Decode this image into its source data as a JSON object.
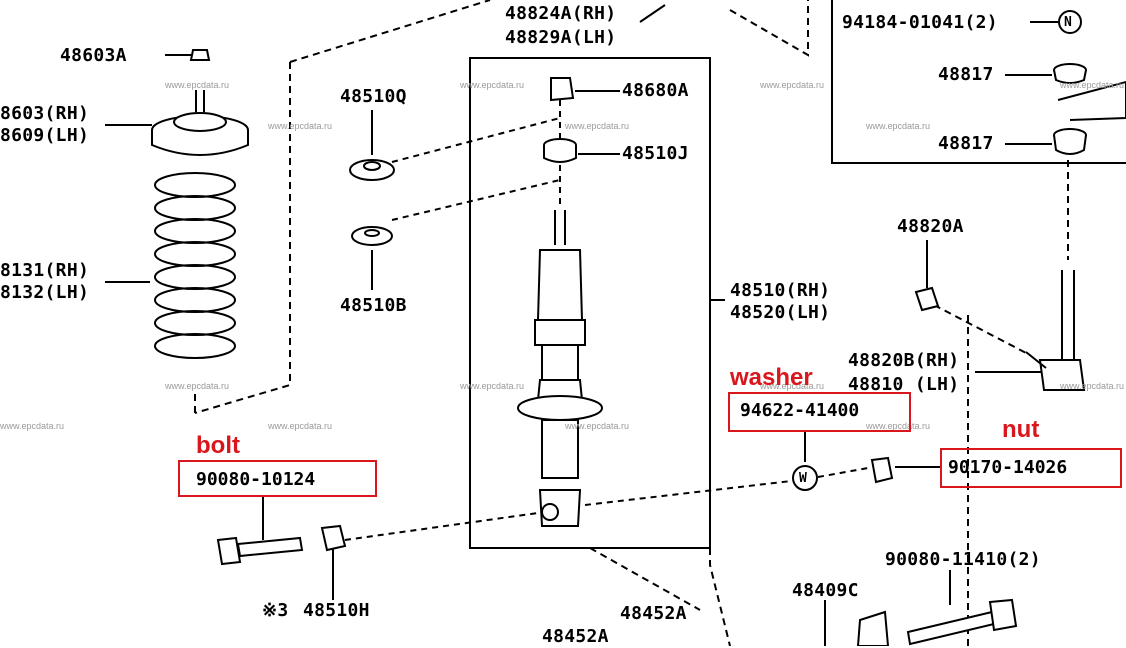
{
  "part_labels": {
    "p48824A": "48824A(RH)",
    "p48829A": "48829A(LH)",
    "p94184": "94184-01041(2)",
    "p48603A": "48603A",
    "p48603": "8603(RH)",
    "p48609": "8609(LH)",
    "p48510Q": "48510Q",
    "p48680A": "48680A",
    "p48817a": "48817",
    "p48817b": "48817",
    "p48510J": "48510J",
    "p48820A": "48820A",
    "p48131": "8131(RH)",
    "p48132": "8132(LH)",
    "p48510B": "48510B",
    "p48510": "48510(RH)",
    "p48520": "48520(LH)",
    "p48820B": "48820B(RH)",
    "p48810": "48810  (LH)",
    "p90080_11410": "90080-11410(2)",
    "p48409C": "48409C",
    "p48510H_prefix": "※3",
    "p48510H": "48510H",
    "p48452A_a": "48452A",
    "p48452A_b": "48452A"
  },
  "symbols": {
    "nut_symbol": "N",
    "washer_symbol": "W"
  },
  "annotations": {
    "bolt": {
      "label": "bolt",
      "part": "90080-10124"
    },
    "washer": {
      "label": "washer",
      "part": "94622-41400"
    },
    "nut": {
      "label": "nut",
      "part": "90170-14026"
    },
    "color": "#d9161c"
  },
  "watermark": "www.epcdata.ru"
}
